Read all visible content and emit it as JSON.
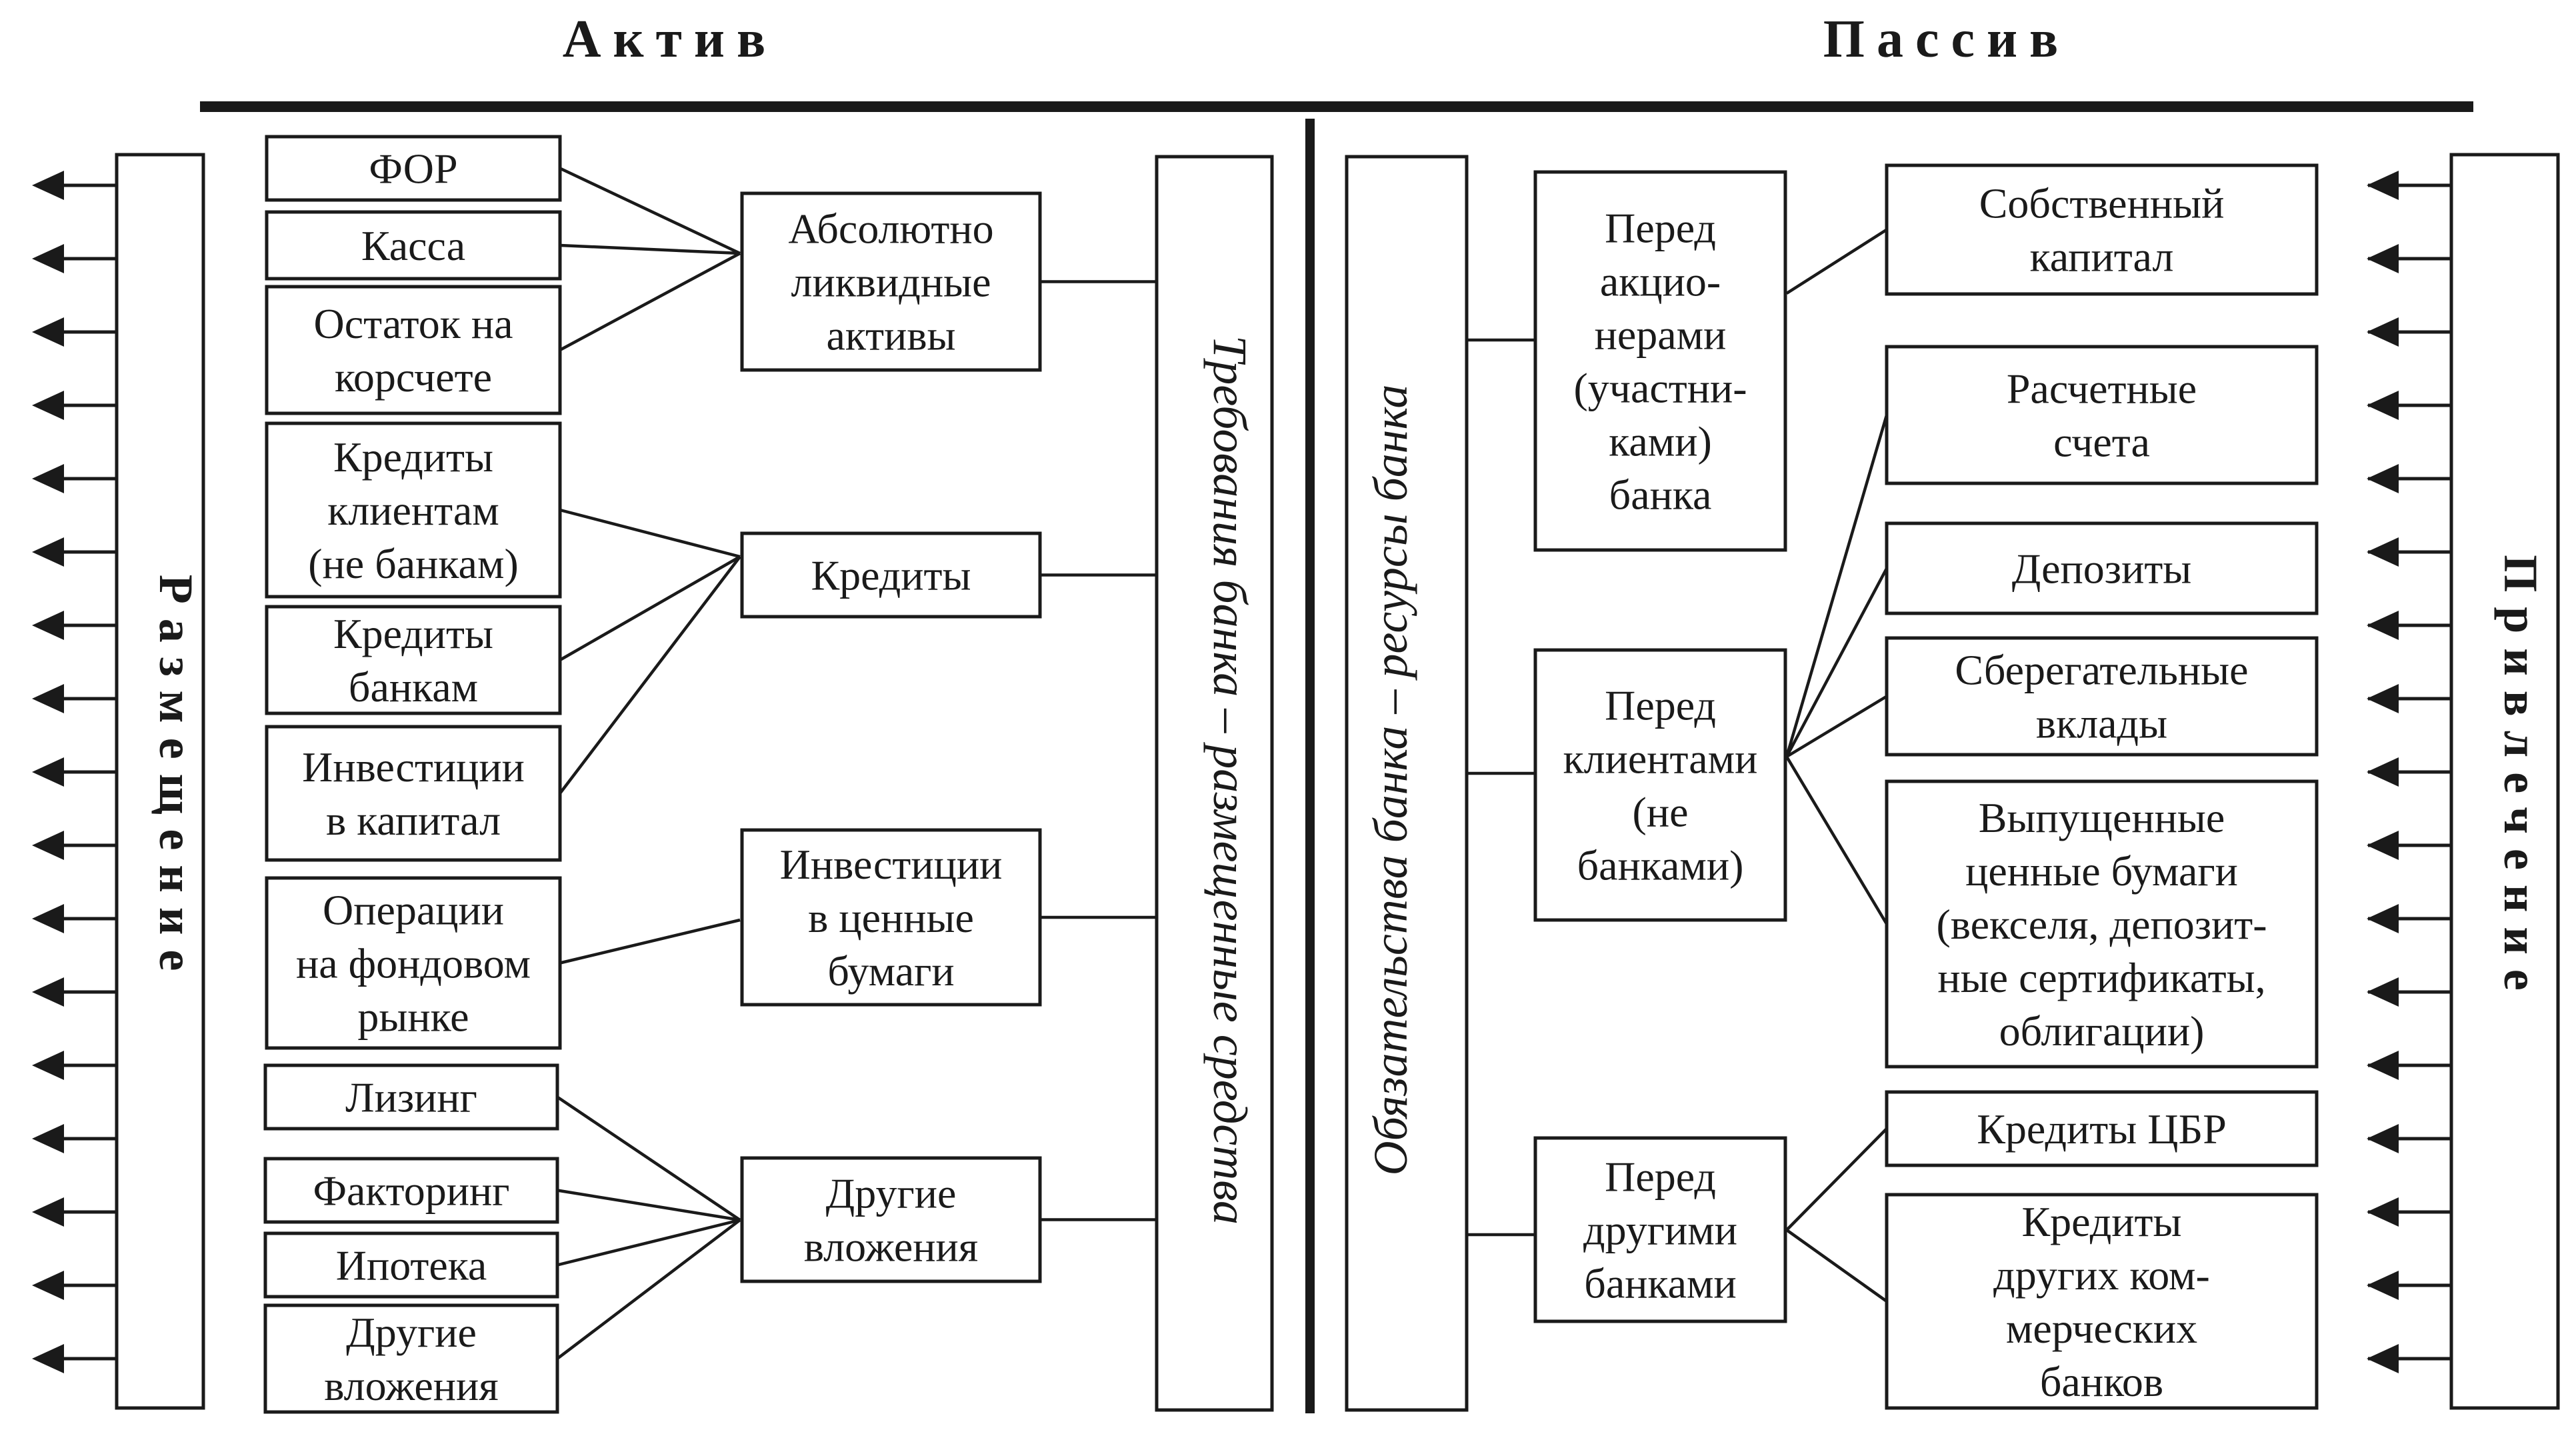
{
  "headers": {
    "left": "Актив",
    "right": "Пассив"
  },
  "side_labels": {
    "left": "Размещение",
    "right": "Привлечение"
  },
  "column_labels": {
    "assets": "Требования банка – размещенные средства",
    "liabilities": "Обязательства банка – ресурсы банка"
  },
  "asset_items": [
    [
      "ФОР"
    ],
    [
      "Касса"
    ],
    [
      "Остаток на",
      "корсчете"
    ],
    [
      "Кредиты",
      "клиентам",
      "(не банкам)"
    ],
    [
      "Кредиты",
      "банкам"
    ],
    [
      "Инвестиции",
      "в капитал"
    ],
    [
      "Операции",
      "на фондовом",
      "рынке"
    ],
    [
      "Лизинг"
    ],
    [
      "Факторинг"
    ],
    [
      "Ипотека"
    ],
    [
      "Другие",
      "вложения"
    ]
  ],
  "asset_groups": [
    [
      "Абсолютно",
      "ликвидные",
      "активы"
    ],
    [
      "Кредиты"
    ],
    [
      "Инвестиции",
      "в ценные",
      "бумаги"
    ],
    [
      "Другие",
      "вложения"
    ]
  ],
  "liability_groups": [
    [
      "Перед",
      "акцио-",
      "нерами",
      "(участни-",
      "ками)",
      "банка"
    ],
    [
      "Перед",
      "клиентами",
      "(не",
      "банками)"
    ],
    [
      "Перед",
      "другими",
      "банками"
    ]
  ],
  "liability_items": [
    [
      "Собственный",
      "капитал"
    ],
    [
      "Расчетные",
      "счета"
    ],
    [
      "Депозиты"
    ],
    [
      "Сберегательные",
      "вклады"
    ],
    [
      "Выпущенные",
      "ценные бумаги",
      "(векселя, депозит-",
      "ные сертификаты,",
      "облигации)"
    ],
    [
      "Кредиты ЦБР"
    ],
    [
      "Кредиты",
      "других ком-",
      "мерческих",
      "банков"
    ]
  ],
  "icons": {
    "left_arrows": "arrow-left-icon",
    "right_arrows": "arrow-left-icon"
  },
  "colors": {
    "ink": "#1a1a1a",
    "paper": "#ffffff"
  }
}
